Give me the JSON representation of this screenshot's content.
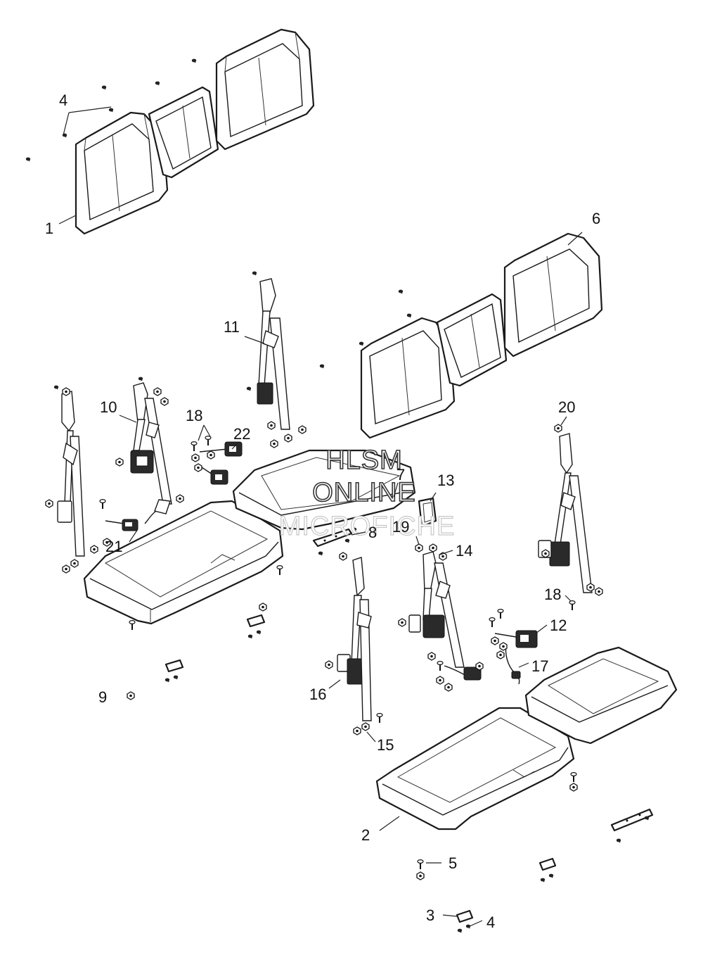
{
  "watermark": {
    "line1": "HLSM",
    "line2": "ONLINE",
    "line3": "MICROFICHE"
  },
  "callouts": {
    "c1": "1",
    "c2": "2",
    "c3": "3",
    "c4a": "4",
    "c4b": "4",
    "c5": "5",
    "c6": "6",
    "c7": "7",
    "c8": "8",
    "c9": "9",
    "c10": "10",
    "c11": "11",
    "c12": "12",
    "c13": "13",
    "c14": "14",
    "c15": "15",
    "c16": "16",
    "c17": "17",
    "c18a": "18",
    "c18b": "18",
    "c19": "19",
    "c20": "20",
    "c21": "21",
    "c22": "22"
  }
}
